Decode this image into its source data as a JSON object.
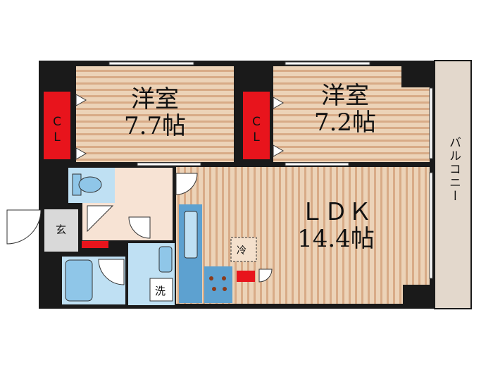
{
  "rooms": {
    "western1": {
      "name": "洋室",
      "size": "7.7帖"
    },
    "western2": {
      "name": "洋室",
      "size": "7.2帖"
    },
    "ldk": {
      "name": "ＬＤＫ",
      "size": "14.4帖"
    }
  },
  "closet_label": "CL",
  "balcony_label": "バルコニー",
  "entrance_label": "玄",
  "washer_label": "洗",
  "fridge_label": "冷",
  "colors": {
    "wall": "#1a1a1a",
    "floor": "#e9c9a8",
    "floor_stripe": "#d9a984",
    "balcony": "#e3d8cc",
    "closet": "#e8141c",
    "wet_area": "#bfe0f3",
    "fixture": "#8fc6e8",
    "kitchen": "#5da1d0"
  }
}
